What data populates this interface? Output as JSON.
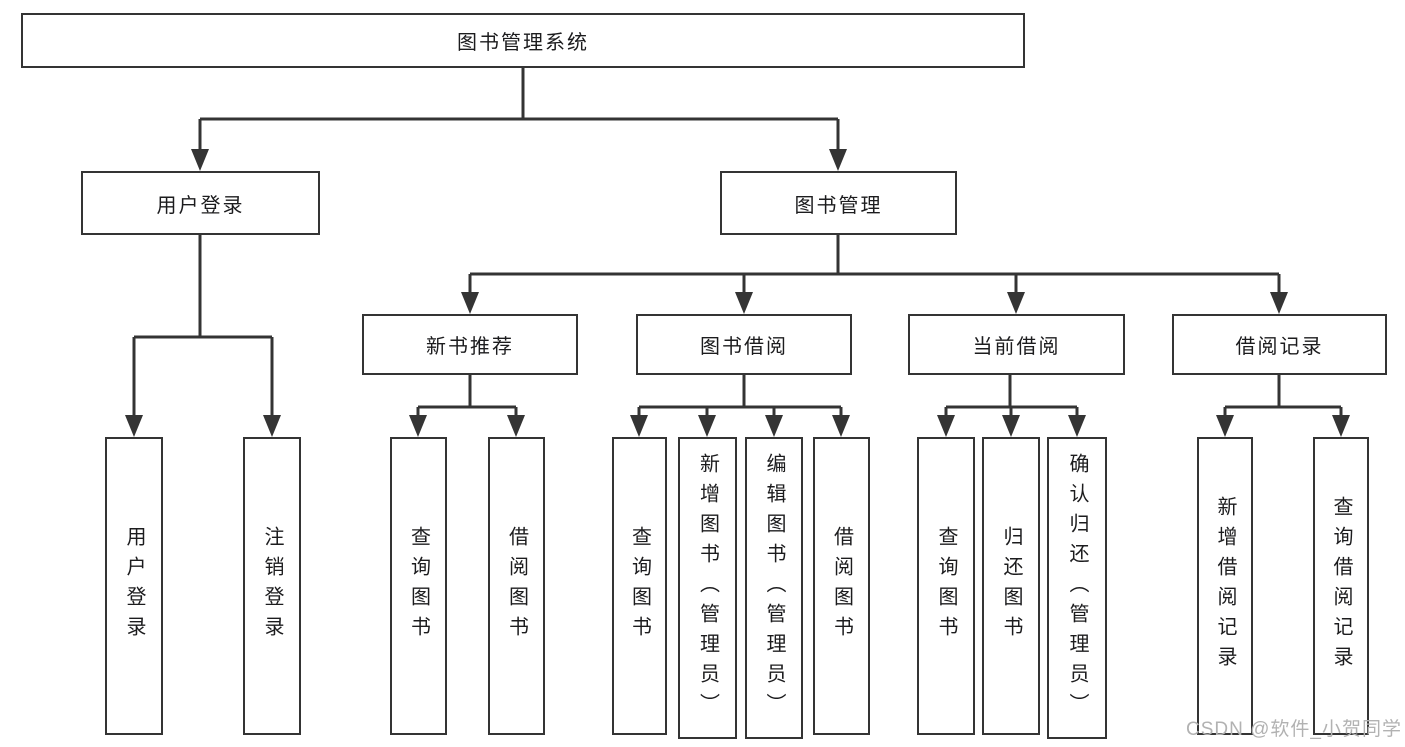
{
  "page": {
    "background_color": "#ffffff",
    "line_color": "#343434",
    "text_color": "#1c1c1e",
    "watermark_color": "#b2b2b2"
  },
  "tree": {
    "root": {
      "label": "图书管理系统",
      "children": [
        {
          "label": "用户登录",
          "children": [
            {
              "label": "用户登录"
            },
            {
              "label": "注销登录"
            }
          ]
        },
        {
          "label": "图书管理",
          "children": [
            {
              "label": "新书推荐",
              "children": [
                {
                  "label": "查询图书"
                },
                {
                  "label": "借阅图书"
                }
              ]
            },
            {
              "label": "图书借阅",
              "children": [
                {
                  "label": "查询图书"
                },
                {
                  "label": "新增图书（管理员）"
                },
                {
                  "label": "编辑图书（管理员）"
                },
                {
                  "label": "借阅图书"
                }
              ]
            },
            {
              "label": "当前借阅",
              "children": [
                {
                  "label": "查询图书"
                },
                {
                  "label": "归还图书"
                },
                {
                  "label": "确认归还（管理员）"
                }
              ]
            },
            {
              "label": "借阅记录",
              "children": [
                {
                  "label": "新增借阅记录"
                },
                {
                  "label": "查询借阅记录"
                }
              ]
            }
          ]
        }
      ]
    }
  },
  "watermark": {
    "text": "CSDN @软件_小贺同学"
  }
}
